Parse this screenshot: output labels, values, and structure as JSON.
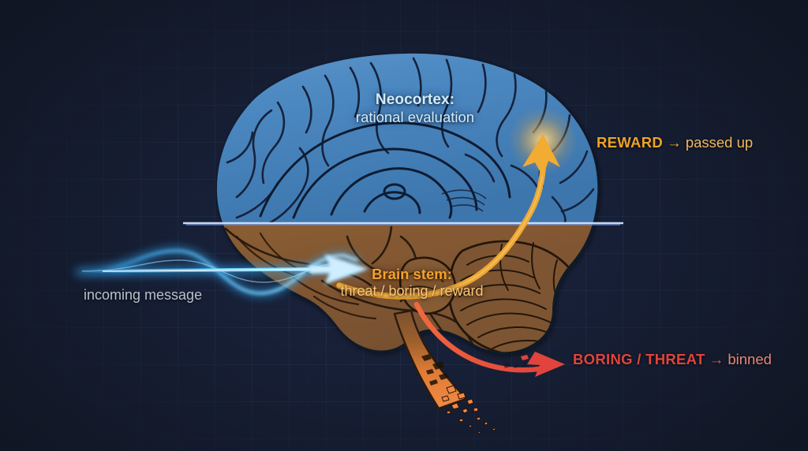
{
  "diagram": {
    "title_region": "brain message filtering diagram",
    "background_color": "#141b2d",
    "grid_color": "#2a3a55"
  },
  "labels": {
    "neocortex": {
      "line1": "Neocortex:",
      "line2": "rational evaluation",
      "color": "#d2ebf7"
    },
    "brain_stem": {
      "line1": "Brain stem:",
      "line2": "threat / boring / reward",
      "color_bold": "#f0a32e",
      "color_sub": "#f7c87a"
    },
    "incoming_message": {
      "text": "incoming message",
      "color": "#b9c2cc"
    },
    "reward": {
      "bold": "REWARD",
      "arrow": "→",
      "tail": "passed up",
      "color": "#eda325"
    },
    "boring_threat": {
      "bold": "BORING / THREAT",
      "arrow": "→",
      "tail": "binned",
      "color": "#e0443c"
    }
  },
  "regions": {
    "neocortex_fill": "#4a86bf",
    "limbic_fill": "#7a5230",
    "outline": "#141d33",
    "divider_line": "#9fc0e8",
    "reward_arrow": "#f2ab33",
    "reject_arrow": "#e44c3e",
    "signal_wave": "#3ec3ff"
  }
}
